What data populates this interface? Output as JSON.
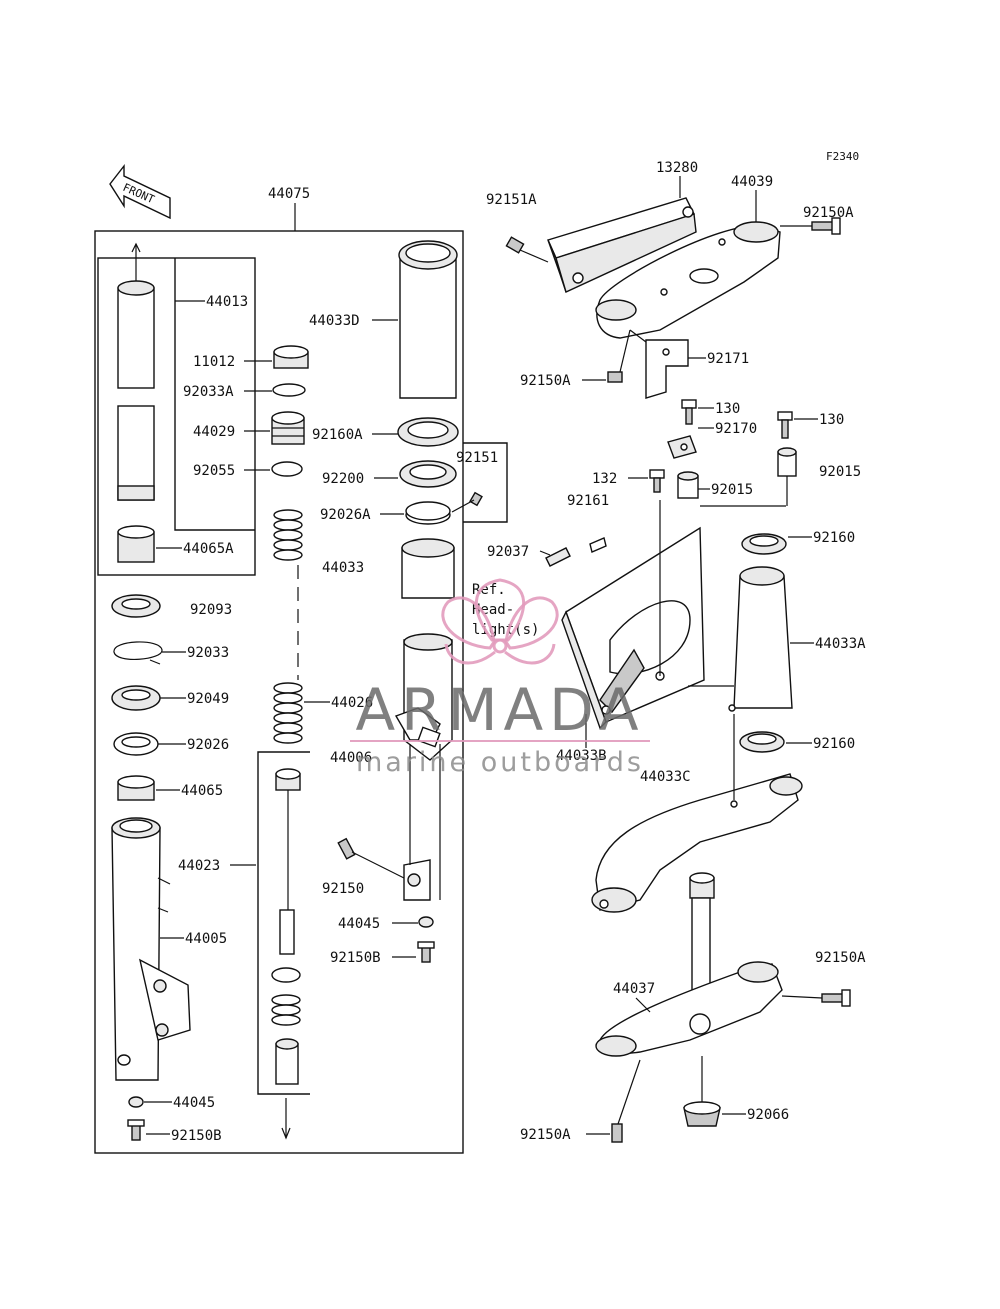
{
  "figure_code": "F2340",
  "front_arrow_label": "FRONT",
  "ref_note": [
    "Ref.",
    "Head-",
    "light(s)"
  ],
  "watermark": {
    "brand": "ARMADA",
    "tagline": "marine outboards",
    "accent_color": "#e29bbd",
    "logo": "propeller-flower-logo"
  },
  "callouts": {
    "p44075": "44075",
    "p44013": "44013",
    "p11012": "11012",
    "p92033A": "92033A",
    "p44029": "44029",
    "p92055": "92055",
    "p44065A": "44065A",
    "p92093": "92093",
    "p92033": "92033",
    "p92049": "92049",
    "p92026": "92026",
    "p44065": "44065",
    "p44023": "44023",
    "p44005": "44005",
    "p44045_left": "44045",
    "p92150B_left": "92150B",
    "p44033D": "44033D",
    "p92160A": "92160A",
    "p92200": "92200",
    "p92151": "92151",
    "p92026A": "92026A",
    "p44033": "44033",
    "p44026": "44026",
    "p44006": "44006",
    "p92150": "92150",
    "p44045_mid": "44045",
    "p92150B_mid": "92150B",
    "p92151A": "92151A",
    "p13280": "13280",
    "p44039": "44039",
    "p92150A_top": "92150A",
    "p92171": "92171",
    "p92150A_mid": "92150A",
    "p130_a": "130",
    "p130_b": "130",
    "p92170": "92170",
    "p92015_a": "92015",
    "p92015_b": "92015",
    "p132": "132",
    "p92161": "92161",
    "p92037": "92037",
    "p92160_top": "92160",
    "p44033A": "44033A",
    "p44033B": "44033B",
    "p44033C": "44033C",
    "p92160_bot": "92160",
    "p92150A_right": "92150A",
    "p44037": "44037",
    "p92066": "92066",
    "p92150A_bottom": "92150A"
  }
}
